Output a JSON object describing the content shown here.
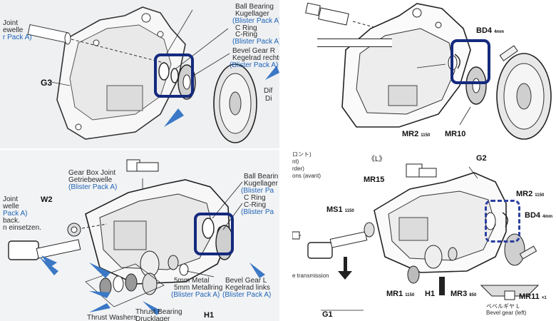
{
  "panels": {
    "tl": {
      "labels": {
        "joint": "Joint",
        "joint_de": "ewelle",
        "joint_pack": "r Pack A)",
        "g3": "G3",
        "ball_bearing": "Ball Bearing",
        "kugellager": "Kugellager",
        "blister_a1": "(Blister Pack A)",
        "c_ring": "C Ring",
        "c_ring_de": "C-Ring",
        "blister_a2": "(Blister Pack A)",
        "bevel_gear_r": "Bevel Gear R",
        "kegelrad_rechts": "Kegelrad rechts",
        "blister_a3": "(Blister Pack A)",
        "dif": "Dif",
        "di": "Di"
      }
    },
    "tr": {
      "labels": {
        "bd4": "BD4",
        "bd4_unit": "4mm",
        "mr2": "MR2",
        "mr2_code": "1150",
        "mr10": "MR10"
      }
    },
    "bl": {
      "labels": {
        "gear_box_joint": "Gear Box Joint",
        "getriebewelle": "Getriebewelle",
        "blister_a1": "(Blister Pack A)",
        "joint": "Joint",
        "joint_de": "welle",
        "joint_pack": "Pack A)",
        "w2": "W2",
        "back": "back.",
        "einsetzen": "n einsetzen.",
        "ball_bearing": "Ball Bearin",
        "kugellager": "Kugellager",
        "blister_p": "(Blister Pa",
        "c_ring": "C Ring",
        "c_ring_de": "C-Ring",
        "blister_p2": "(Blister Pa",
        "metal_5mm": "5mm Metal",
        "metallring": "5mm Metallring",
        "blister_a2": "(Blister Pack A)",
        "bevel_gear_l": "Bevel Gear L",
        "kegelrad_links": "Kegelrad links",
        "blister_a3": "(Blister Pack A)",
        "thrust_bearing": "Thrust Bearing",
        "drucklager": "Drucklager",
        "thrust_washers": "Thrust Washers",
        "h1": "H1"
      }
    },
    "br": {
      "labels": {
        "front": "ロント)",
        "nt": "nt)",
        "order": "rder)",
        "avant": "ons (avant)",
        "l_mark": "《L》",
        "g2": "G2",
        "mr15": "MR15",
        "ms1": "MS1",
        "ms1_code": "1150",
        "mr2": "MR2",
        "mr2_code": "1150",
        "bd4": "BD4",
        "bd4_unit": "4mm",
        "transmission": "e transmission",
        "mr1": "MR1",
        "mr1_code": "1150",
        "h1": "H1",
        "mr3": "MR3",
        "mr3_code": "850",
        "mr11": "MR11",
        "mr11_qty": "×1",
        "bevel_jp": "ベベルギヤ L",
        "bevel_gear_left": "Bevel gear (left)",
        "g1": "G1"
      }
    }
  },
  "colors": {
    "highlight": "#142a7e",
    "arrow_blue": "#3b78c6",
    "label_blue": "#1f63b6"
  }
}
